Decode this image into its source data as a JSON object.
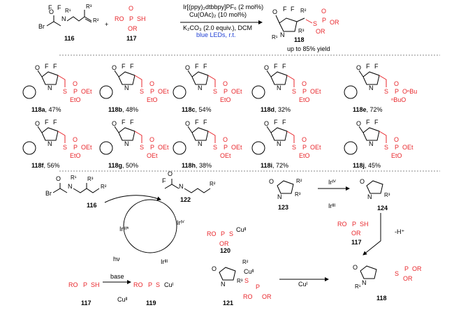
{
  "scheme": {
    "reagent_116_label": "116",
    "reagent_117_label": "117",
    "product_118_label": "118",
    "plus": "+",
    "conditions": [
      "Ir[(ppy)₂dtbbpy]PF₆ (2 mol%)",
      "Cu(OAc)₂ (10 mol%)",
      "K₂CO₃ (2.0 equiv.), DCM",
      "blue LEDs, r.t."
    ],
    "yield_note": "up to 85% yield",
    "labels": {
      "R1": "R¹",
      "R2": "R²",
      "R3": "R³",
      "Br": "Br",
      "N": "N",
      "F": "F",
      "O": "O",
      "P": "P",
      "S": "S",
      "SH": "SH",
      "OR": "OR",
      "RO": "RO"
    }
  },
  "products": [
    {
      "id": "118a",
      "yield": ", 47%",
      "pgroup": [
        "OEt",
        "EtO"
      ]
    },
    {
      "id": "118b",
      "yield": ", 48%",
      "pgroup": [
        "OEt",
        "EtO"
      ]
    },
    {
      "id": "118c",
      "yield": ", 54%",
      "pgroup": [
        "OEt",
        "EtO"
      ]
    },
    {
      "id": "118d",
      "yield": ", 32%",
      "pgroup": [
        "OEt",
        "EtO"
      ]
    },
    {
      "id": "118e",
      "yield": ", 72%",
      "pgroup": [
        "OⁿBu",
        "ⁿBuO"
      ]
    },
    {
      "id": "118f",
      "yield": ", 56%",
      "pgroup": [
        "OEt",
        "EtO"
      ]
    },
    {
      "id": "118g",
      "yield": ", 50%",
      "pgroup": [
        "OEt",
        "OEt"
      ]
    },
    {
      "id": "118h",
      "yield": ", 38%",
      "pgroup": [
        "OEt",
        "OEt"
      ]
    },
    {
      "id": "118i",
      "yield": ", 72%",
      "pgroup": [
        "OEt",
        "EtO"
      ]
    },
    {
      "id": "118j",
      "yield": ", 45%",
      "pgroup": [
        "OEt",
        "EtO"
      ]
    }
  ],
  "mechanism": {
    "labels": {
      "c116": "116",
      "c117a": "117",
      "c117b": "117",
      "c118": "118",
      "c119": "119",
      "c120": "120",
      "c121": "121",
      "c122": "122",
      "c123": "123",
      "c124": "124"
    },
    "ir_states": {
      "ir3star": "Irᴵᴵᴵ*",
      "ir4a": "Irᴵⱽ",
      "ir4b": "Irᴵⱽ",
      "ir3a": "Irᴵᴵᴵ",
      "ir3b": "Irᴵᴵᴵ"
    },
    "hv": "hν",
    "base": "base",
    "cu1": "Cuᴵ",
    "cu2a": "Cuᴵᴵ",
    "cu2b": "Cuᴵᴵ",
    "cu2c": "Cuᴵᴵ",
    "minus_h": "-H⁺",
    "cu1b": "Cuᴵ"
  },
  "colors": {
    "red": "#e8262b",
    "blue": "#1f3fd4",
    "black": "#000000"
  }
}
